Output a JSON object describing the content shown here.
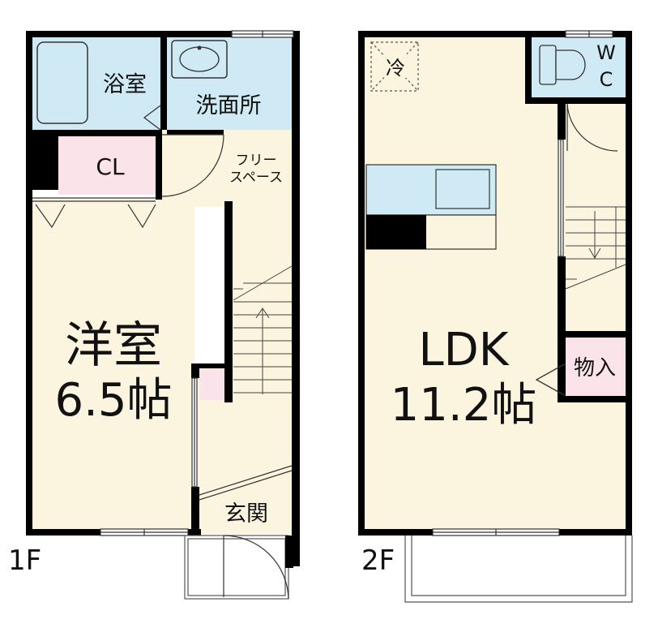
{
  "floor1": {
    "floor_label": "1F",
    "rooms": {
      "bath": "浴室",
      "washroom": "洗面所",
      "closet": "CL",
      "free_space_line1": "フリー",
      "free_space_line2": "スペース",
      "western_room_name": "洋室",
      "western_room_size": "6.5帖",
      "entrance": "玄関"
    }
  },
  "floor2": {
    "floor_label": "2F",
    "rooms": {
      "refrigerator": "冷",
      "wc_line1": "W",
      "wc_line2": "C",
      "ldk_name": "LDK",
      "ldk_size": "11.2帖",
      "storage": "物入"
    }
  },
  "colors": {
    "floor": "#fbf4de",
    "wet_area": "#cfeaf5",
    "storage": "#fbe3ea",
    "wall": "#000000"
  }
}
